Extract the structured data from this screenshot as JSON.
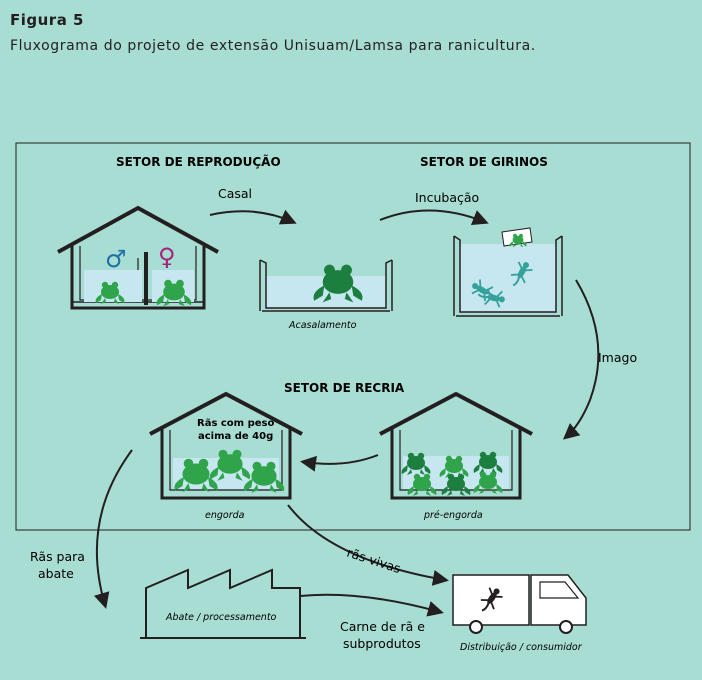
{
  "figure": {
    "label": "Figura 5",
    "caption": "Fluxograma do projeto de extensão Unisuam/Lamsa para ranicultura."
  },
  "colors": {
    "background": "#a8ddd3",
    "ink": "#231f20",
    "water": "#c6e6f0",
    "frog_green": "#2fa44a",
    "frog_dark": "#1c7f3f",
    "male_symbol": "#1e6fa8",
    "female_symbol": "#a3247a",
    "tadpole": "#34a29a"
  },
  "sectors": {
    "reproducao": "SETOR DE REPRODUÇÃO",
    "girinos": "SETOR DE GIRINOS",
    "recria": "SETOR DE RECRIA"
  },
  "flows": {
    "casal": "Casal",
    "incubacao": "Incubação",
    "imago": "Imago",
    "ras_vivas": "rãs vivas",
    "ras_para_abate_line1": "Rãs para",
    "ras_para_abate_line2": "abate",
    "carne_line1": "Carne de rã e",
    "carne_line2": "subprodutos"
  },
  "captions": {
    "acasalamento": "Acasalamento",
    "engorda": "engorda",
    "pre_engorda": "pré-engorda",
    "abate": "Abate / processamento",
    "distribuicao": "Distribuição / consumidor"
  },
  "notes": {
    "peso_line1": "Rãs com peso",
    "peso_line2": "acima de 40g"
  },
  "symbols": {
    "male": "♂",
    "female": "♀"
  }
}
